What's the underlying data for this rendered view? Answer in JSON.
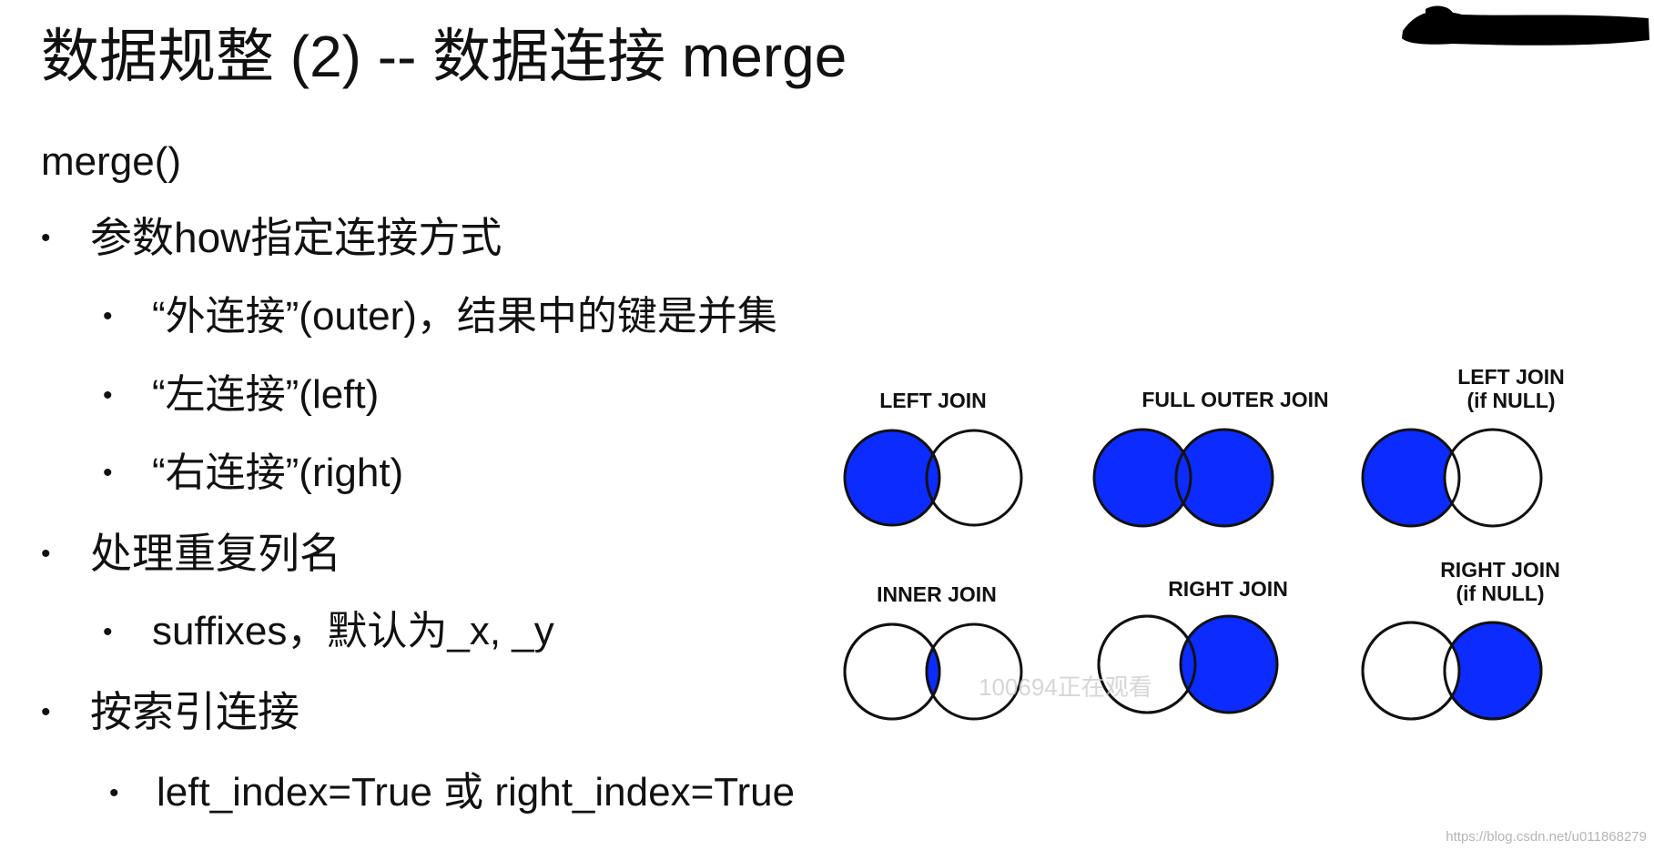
{
  "title": "数据规整 (2) -- 数据连接 merge",
  "function_name": "merge()",
  "bullets": {
    "b1": "参数how指定连接方式",
    "b1_1": "“外连接”(outer)，结果中的键是并集",
    "b1_2": "“左连接”(left)",
    "b1_3": "“右连接”(right)",
    "b2": "处理重复列名",
    "b2_1": "suffixes，默认为_x, _y",
    "b3": "按索引连接",
    "b3_1": "left_index=True 或 right_index=True"
  },
  "bullet_glyph": "•",
  "joins": {
    "left_join": "LEFT JOIN",
    "full_outer_join": "FULL OUTER JOIN",
    "left_join_if_null_1": "LEFT JOIN",
    "left_join_if_null_2": "(if NULL)",
    "inner_join": "INNER JOIN",
    "right_join": "RIGHT JOIN",
    "right_join_if_null_1": "RIGHT JOIN",
    "right_join_if_null_2": "(if NULL)"
  },
  "watermark": "100694正在观看",
  "source_url": "https://blog.csdn.net/u011868279",
  "colors": {
    "fill": "#0b2bff",
    "stroke": "#111111",
    "redaction": "#000000"
  }
}
